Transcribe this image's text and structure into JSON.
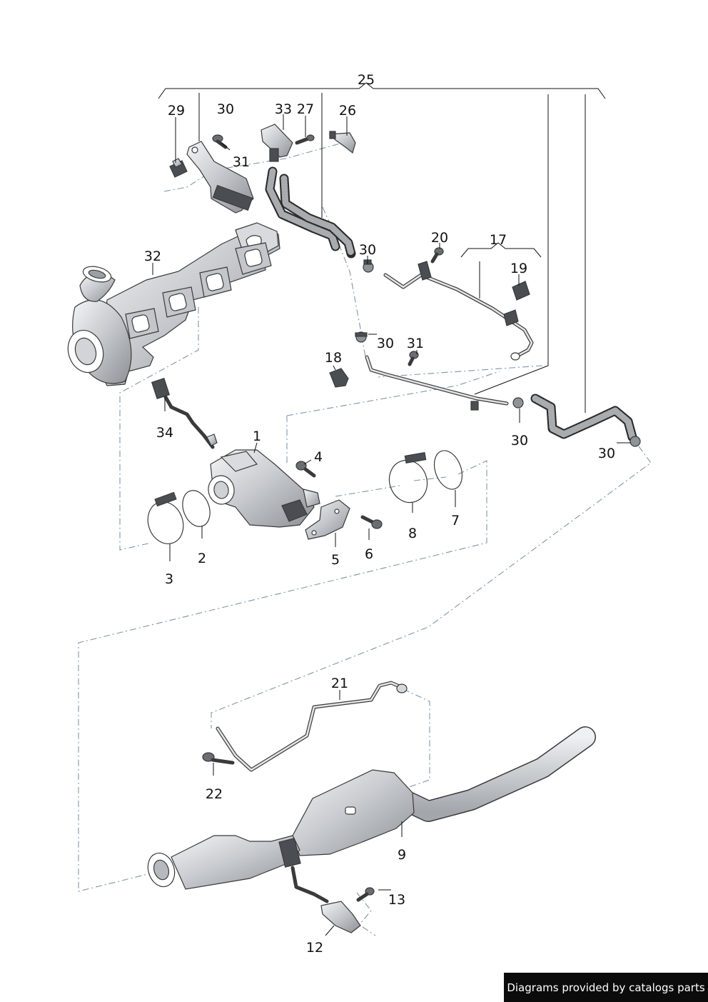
{
  "labels": {
    "n1": "1",
    "n2": "2",
    "n3": "3",
    "n4": "4",
    "n5": "5",
    "n6": "6",
    "n7": "7",
    "n8": "8",
    "n9": "9",
    "n12": "12",
    "n13": "13",
    "n17": "17",
    "n18": "18",
    "n19": "19",
    "n20": "20",
    "n21": "21",
    "n22": "22",
    "n25": "25",
    "n26": "26",
    "n27": "27",
    "n29": "29",
    "n30": "30",
    "n31": "31",
    "n32": "32",
    "n33": "33",
    "n34": "34"
  },
  "credit": "Diagrams provided by catalogs parts"
}
